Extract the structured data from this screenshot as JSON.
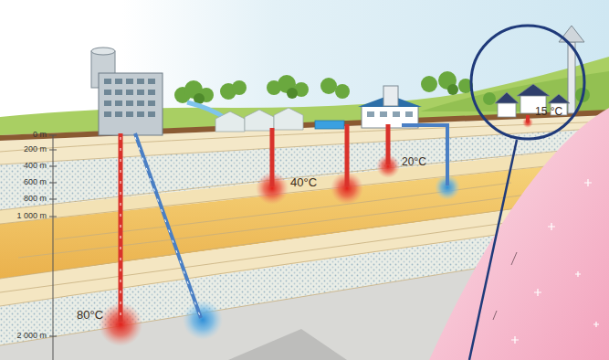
{
  "diagram": {
    "labels": [
      "0 m",
      "200 m",
      "400 m",
      "600 m",
      "800 m",
      "1 000 m",
      "2 000 m",
      "80°C",
      "40°C",
      "20°C",
      "15 °C"
    ]
  }
}
